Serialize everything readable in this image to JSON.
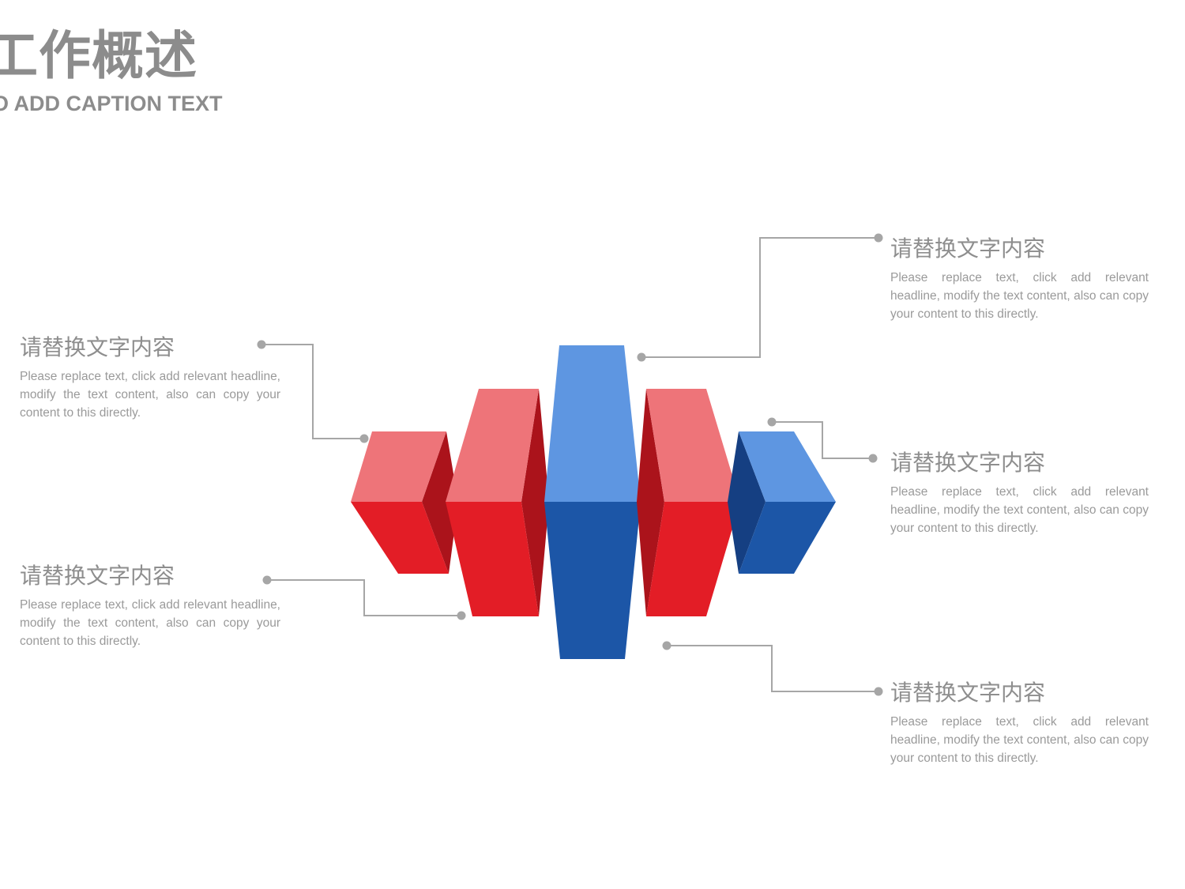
{
  "header": {
    "title": "工作概述",
    "subtitle": "O ADD CAPTION TEXT"
  },
  "colors": {
    "red_top": "#ee7479",
    "red_front": "#e31d26",
    "red_side": "#ab131b",
    "blue_top": "#5e96e1",
    "blue_front": "#1c56a7",
    "blue_side": "#153f82",
    "line": "#a6a6a6",
    "text": "#9a9a9a"
  },
  "blocks": [
    {
      "heading": "请替换文字内容",
      "body": "Please replace text, click add relevant headline, modify the text content, also can copy your content to this directly."
    },
    {
      "heading": "请替换文字内容",
      "body": "Please replace text, click add relevant headline, modify the text content, also can copy your content to this directly."
    },
    {
      "heading": "请替换文字内容",
      "body": "Please replace text, click add relevant headline, modify the text content, also can copy your content to this directly."
    },
    {
      "heading": "请替换文字内容",
      "body": "Please replace text, click add relevant headline, modify the text content, also can copy your content to this directly."
    },
    {
      "heading": "请替换文字内容",
      "body": "Please replace text, click add relevant headline, modify the text content, also can copy your content to this directly."
    }
  ]
}
